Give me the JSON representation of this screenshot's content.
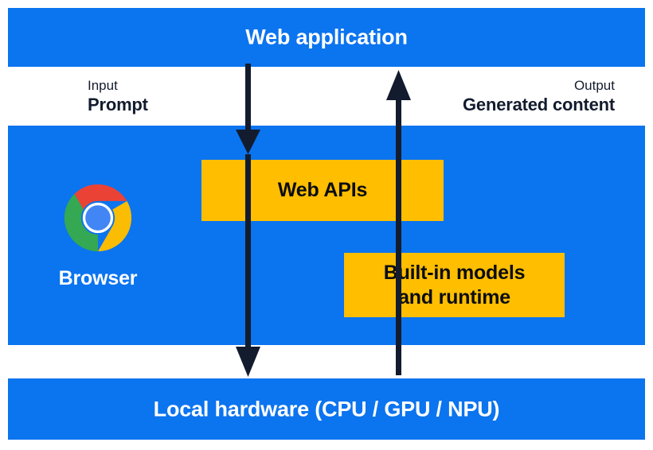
{
  "diagram": {
    "title": "Built-in AI architecture",
    "colors": {
      "blue": "#0b74ef",
      "yellow": "#ffbe00",
      "dark": "#131c2e",
      "white": "#ffffff"
    },
    "bands": {
      "top": {
        "label": "Web application"
      },
      "bottom": {
        "label": "Local hardware (CPU / GPU / NPU)"
      }
    },
    "flow_labels": {
      "input": {
        "kicker": "Input",
        "value": "Prompt"
      },
      "output": {
        "kicker": "Output",
        "value": "Generated content"
      }
    },
    "boxes": {
      "web_apis": {
        "label": "Web APIs"
      },
      "builtin": {
        "line1": "Built-in models",
        "line2": "and runtime"
      }
    },
    "browser": {
      "label": "Browser",
      "icon": "chrome-logo"
    },
    "arrows": [
      {
        "name": "input-arrow",
        "direction": "down"
      },
      {
        "name": "output-arrow",
        "direction": "up"
      }
    ]
  }
}
